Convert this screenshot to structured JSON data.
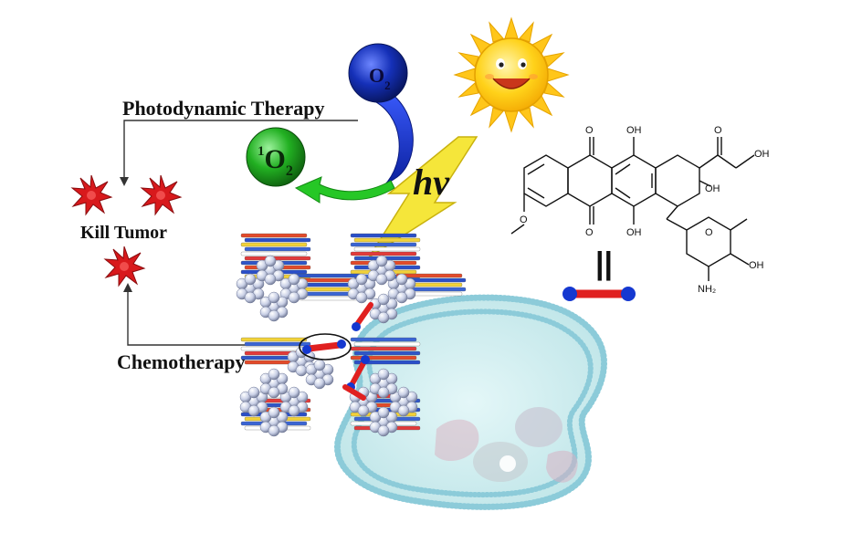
{
  "labels": {
    "photodynamic_therapy": "Photodynamic Therapy",
    "kill_tumor": "Kill Tumor",
    "chemotherapy": "Chemotherapy",
    "light": "hv"
  },
  "species": {
    "oxygen_symbol": "O",
    "oxygen_subscript": "2",
    "singlet_oxygen_superscript": "1",
    "singlet_oxygen_symbol": "O",
    "singlet_oxygen_subscript": "2"
  },
  "molecule": {
    "groups": {
      "oh1": "OH",
      "oh2": "OH",
      "oh3": "OH",
      "oh4": "OH",
      "o1": "O",
      "o2": "O",
      "o3": "O",
      "o4": "O",
      "o5": "O",
      "nh2": "NH₂"
    },
    "equals_symbol": "||"
  },
  "colors": {
    "oxygen_sphere": "#1530b8",
    "singlet_oxygen_sphere": "#22b022",
    "arrow_blue": "#1a3fd0",
    "arrow_green": "#26c726",
    "sun": "#ffd21a",
    "lightning": "#f5e63a",
    "tumor_star": "#d8191c",
    "drug_rod": "#e02020",
    "drug_end": "#1538d0",
    "cell_fill": "#cdecee",
    "membrane_dot": "#7fc6d8"
  },
  "icons": [
    "sun-icon",
    "lightning-icon",
    "tumor-cell-icon",
    "drug-molecule-icon",
    "cancer-cell-icon",
    "framework-stack-icon"
  ]
}
